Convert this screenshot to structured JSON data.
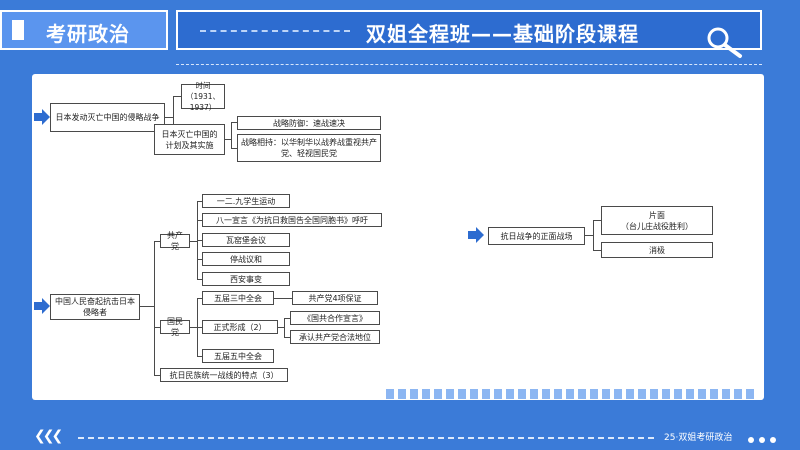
{
  "header": {
    "brand": "考研政治",
    "course_title": "双姐全程班——基础阶段课程"
  },
  "diagram": {
    "b1": "日本发动灭亡中国的侵略战争",
    "b1_time": "时间\n（1931、1937）",
    "b1_plan": "日本灭亡中国的计划及其实施",
    "b1_plan_1": "战略防御：速战速决",
    "b1_plan_2": "战略相持：以华制华以战养战重视共产党、轻视国民党",
    "b2": "中国人民奋起抗击日本侵略者",
    "ccp": "共产党",
    "ccp_items": [
      "一二.九学生运动",
      "八一宣言《为抗日救国告全国同胞书》呼吁",
      "瓦窑堡会议",
      "停战议和",
      "西安事变"
    ],
    "kmt": "国民党",
    "kmt_1": "五届三中全会",
    "kmt_1_note": "共产党4项保证",
    "kmt_2": "正式形成（2）",
    "kmt_2_a": "《国共合作宣言》",
    "kmt_2_b": "承认共产党合法地位",
    "kmt_3": "五届五中全会",
    "feature": "抗日民族统一战线的特点（3）",
    "b3": "抗日战争的正面战场",
    "b3_1": "片面\n（台儿庄战役胜利）",
    "b3_2": "消极"
  },
  "footer": {
    "page": "25·双姐考研政治"
  },
  "icons": [
    "search-icon",
    "chevron-left-icon",
    "dots-icon",
    "arrow-right-icon"
  ]
}
